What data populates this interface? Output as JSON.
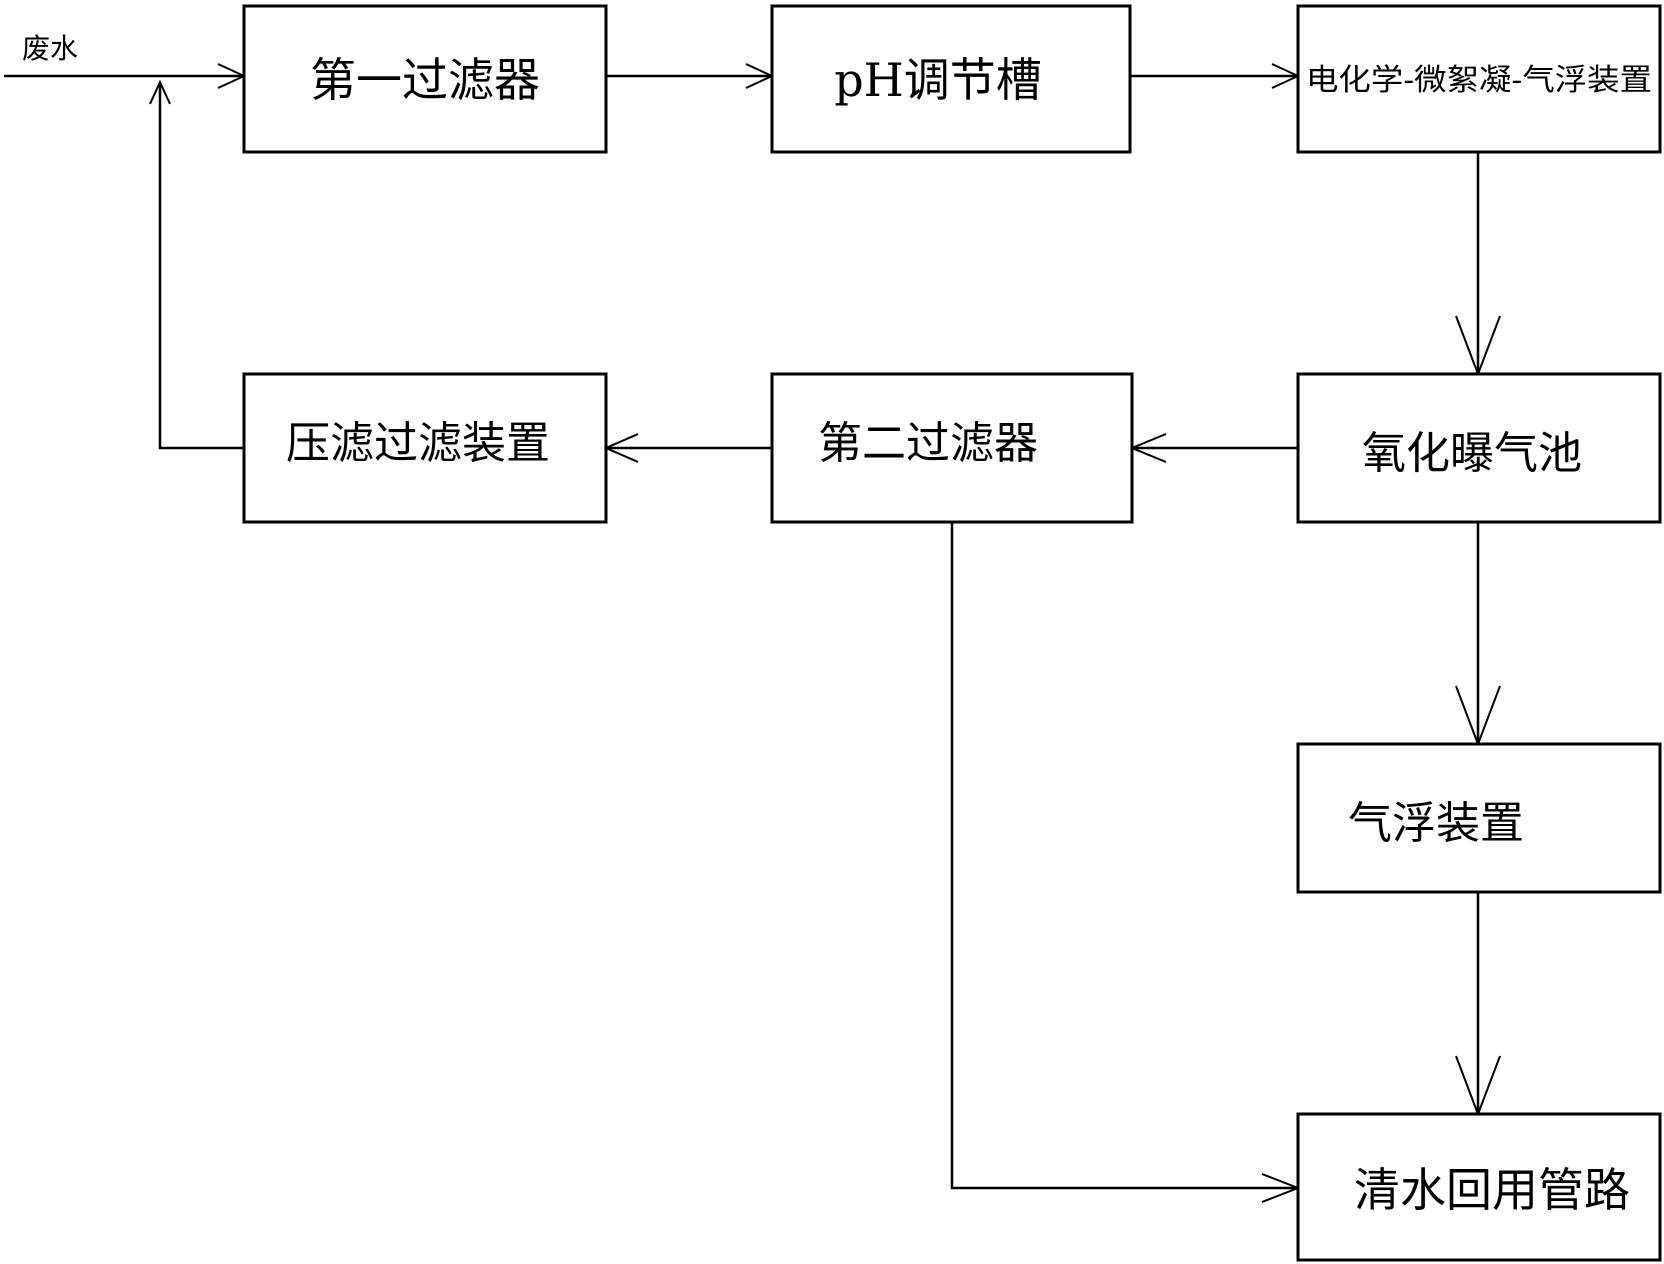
{
  "diagram": {
    "input_label": "废水",
    "nodes": {
      "first_filter": "第一过滤器",
      "ph_tank": "pH调节槽",
      "ecf_device": "电化学-微絮凝-气浮装置",
      "oxidation_tank": "氧化曝气池",
      "second_filter": "第二过滤器",
      "press_filter": "压滤过滤装置",
      "flotation": "气浮装置",
      "reuse_pipe": "清水回用管路"
    }
  }
}
